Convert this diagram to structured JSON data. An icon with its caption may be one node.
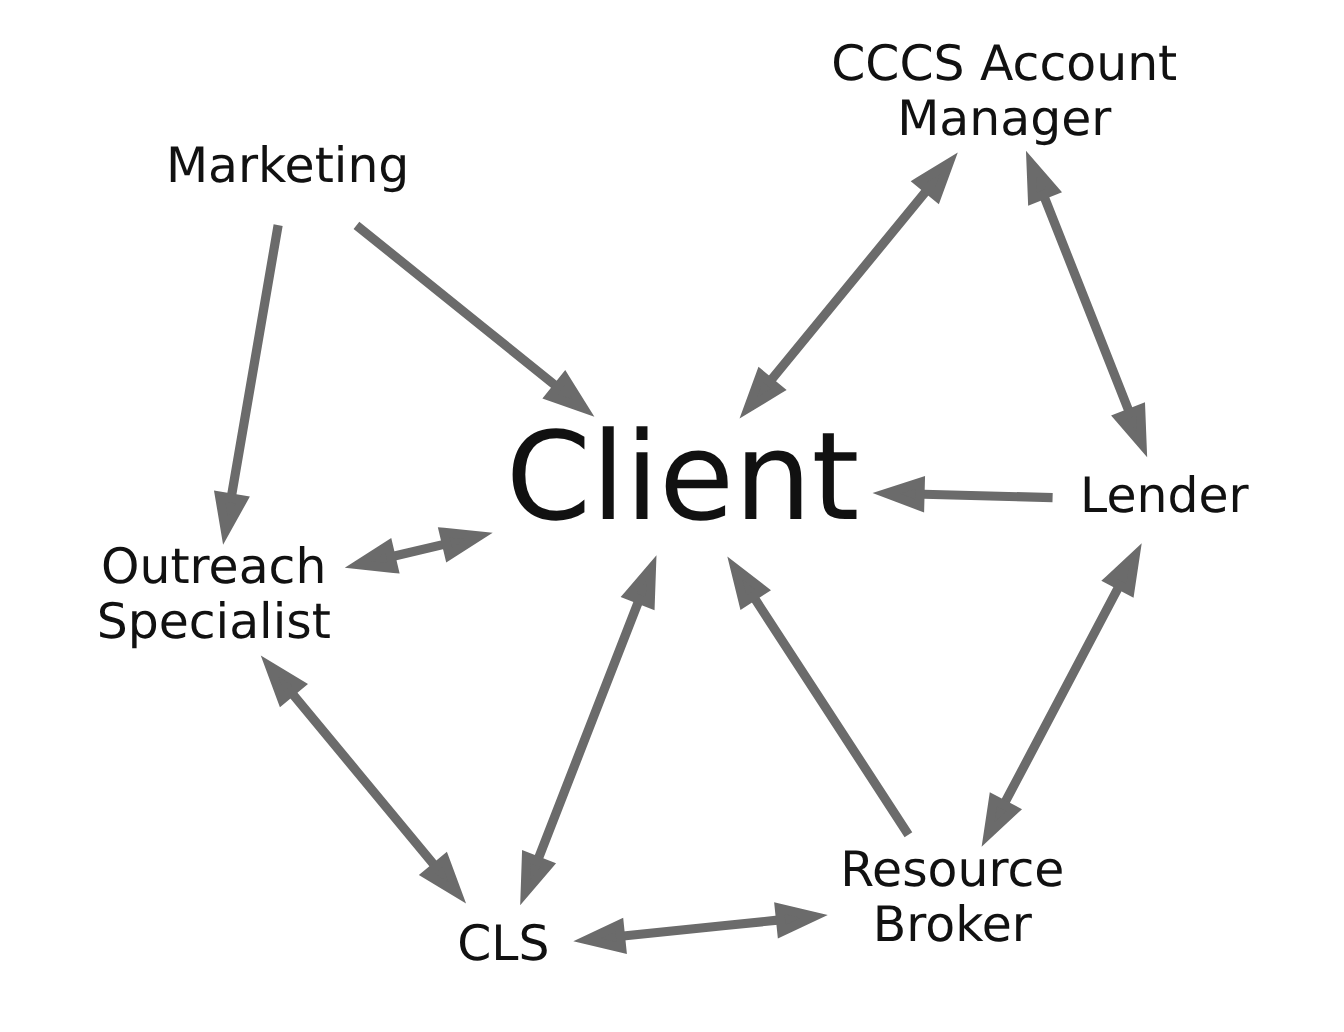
{
  "diagram": {
    "nodes": [
      {
        "text": [
          "Marketing"
        ]
      },
      {
        "text": [
          "CCCS Account Manager"
        ]
      },
      {
        "text": [
          "Outreach Specialist"
        ]
      },
      {
        "text": [
          "Client"
        ]
      },
      {
        "text": [
          "Lender"
        ]
      },
      {
        "text": [
          "CLS"
        ]
      },
      {
        "text": [
          "Resource Broker"
        ]
      }
    ],
    "edges": [
      {
        "from": 0,
        "to": 2,
        "arrow": "to"
      },
      {
        "from": 0,
        "to": 3,
        "arrow": "to"
      },
      {
        "from": 1,
        "to": 3,
        "arrow": "both"
      },
      {
        "from": 2,
        "to": 3,
        "arrow": "both"
      },
      {
        "from": 1,
        "to": 4,
        "arrow": "both"
      },
      {
        "from": 2,
        "to": 5,
        "arrow": "both"
      },
      {
        "from": 4,
        "to": 3,
        "arrow": "to"
      },
      {
        "from": 3,
        "to": 5,
        "arrow": "both"
      },
      {
        "from": 6,
        "to": 3,
        "arrow": "to"
      },
      {
        "from": 4,
        "to": 6,
        "arrow": "both"
      },
      {
        "from": 6,
        "to": 5,
        "arrow": "both"
      }
    ]
  }
}
